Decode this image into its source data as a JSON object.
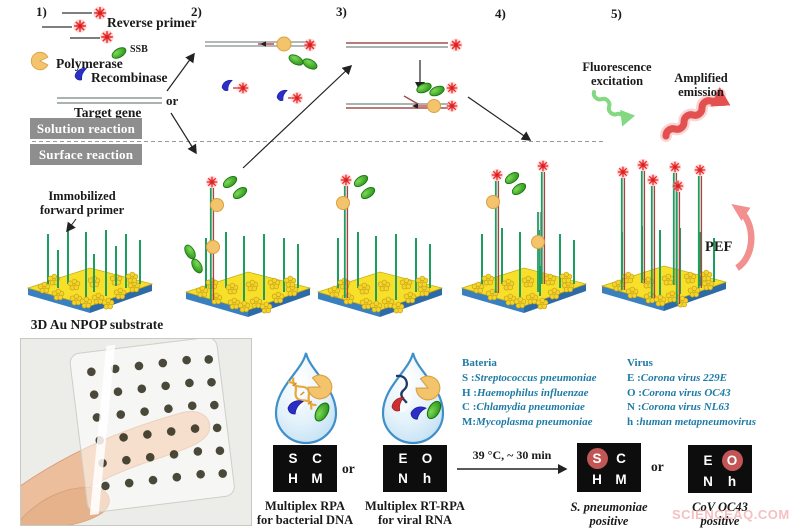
{
  "panels": {
    "p1": "1)",
    "p2": "2)",
    "p3": "3)",
    "p4": "4)",
    "p5": "5)"
  },
  "solution": {
    "reverse_primer": "Reverse primer",
    "polymerase": "Polymerase",
    "ssb": "SSB",
    "recombinase": "Recombinase",
    "target_gene": "Target gene",
    "or_top": "or"
  },
  "bands": {
    "solution": "Solution reaction",
    "surface": "Surface reaction"
  },
  "surface": {
    "immobilized_l1": "Immobilized",
    "immobilized_l2": "forward primer",
    "substrate_label": "3D Au NPOP substrate",
    "pef": "PEF"
  },
  "fluorescence": {
    "excitation_l1": "Fluorescence",
    "excitation_l2": "excitation",
    "emission_l1": "Amplified",
    "emission_l2": "emission"
  },
  "assay": {
    "chip1": {
      "letters": [
        "S",
        "C",
        "H",
        "M"
      ]
    },
    "chip2": {
      "letters": [
        "E",
        "O",
        "N",
        "h"
      ]
    },
    "rpa_l1": "Multiplex RPA",
    "rpa_l2": "for bacterial DNA",
    "rtrpa_l1": "Multiplex RT-RPA",
    "rtrpa_l2": "for viral RNA",
    "or_mid": "or",
    "or_right": "or",
    "condition": "39 °C, ~ 30 min",
    "result1": {
      "letters": [
        "S",
        "C",
        "H",
        "M"
      ],
      "highlight": "S",
      "label_l1": "S. pneumoniae",
      "label_l2": "positive"
    },
    "result2": {
      "letters": [
        "E",
        "O",
        "N",
        "h"
      ],
      "highlight": "O",
      "label_l1": "CoV OC43",
      "label_l2": "positive"
    }
  },
  "legend": {
    "bacteria_title": "Bateria",
    "bacteria": [
      {
        "key": "S : ",
        "name": "Streptococcus pneumoniae"
      },
      {
        "key": "H : ",
        "name": "Haemophilus influenzae"
      },
      {
        "key": "C : ",
        "name": "Chlamydia pneumoniae"
      },
      {
        "key": "M: ",
        "name": "Mycoplasma pneumoniae"
      }
    ],
    "virus_title": "Virus",
    "virus": [
      {
        "key": "E : ",
        "name": "Corona virus 229E"
      },
      {
        "key": "O : ",
        "name": "Corona virus OC43"
      },
      {
        "key": "N : ",
        "name": "Corona virus NL63"
      },
      {
        "key": "h : ",
        "name": "human metapneumovirus"
      }
    ]
  },
  "watermark": "SCIENCEAQ.COM",
  "colors": {
    "star_red": "#e42a2a",
    "ssb_green": "#3cab1d",
    "recombinase_blue": "#2b2fc4",
    "polymerase_tan": "#f3c46c",
    "platform_yellow": "#f8df2a",
    "platform_edge_blue": "#3a80bf",
    "pillar_green": "#1d9e5f",
    "band_gray": "#8e8e8e",
    "legend_teal": "#1e7ba6",
    "chip_black": "#0d0d0d",
    "highlight_red": "#c25555",
    "pef_pink": "#f29090",
    "emission_red": "#e35050",
    "excitation_green": "#82d982"
  }
}
